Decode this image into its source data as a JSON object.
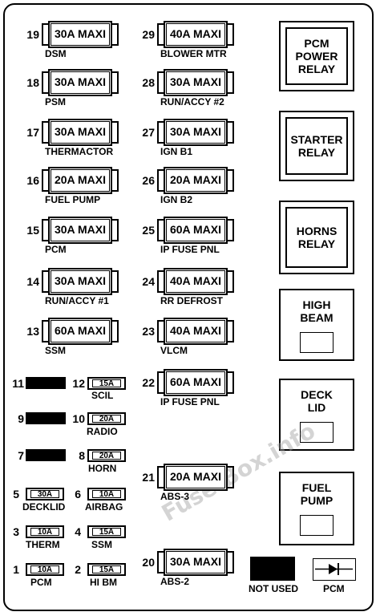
{
  "maxi_fuses_left": [
    {
      "num": "19",
      "rating": "30A MAXI",
      "label": "DSM"
    },
    {
      "num": "18",
      "rating": "30A MAXI",
      "label": "PSM"
    },
    {
      "num": "17",
      "rating": "30A MAXI",
      "label": "THERMACTOR"
    },
    {
      "num": "16",
      "rating": "20A MAXI",
      "label": "FUEL PUMP"
    },
    {
      "num": "15",
      "rating": "30A MAXI",
      "label": "PCM"
    },
    {
      "num": "14",
      "rating": "30A MAXI",
      "label": "RUN/ACCY #1"
    },
    {
      "num": "13",
      "rating": "60A MAXI",
      "label": "SSM"
    }
  ],
  "maxi_fuses_mid": [
    {
      "num": "29",
      "rating": "40A MAXI",
      "label": "BLOWER MTR"
    },
    {
      "num": "28",
      "rating": "30A MAXI",
      "label": "RUN/ACCY #2"
    },
    {
      "num": "27",
      "rating": "30A MAXI",
      "label": "IGN B1"
    },
    {
      "num": "26",
      "rating": "20A MAXI",
      "label": "IGN B2"
    },
    {
      "num": "25",
      "rating": "60A MAXI",
      "label": "IP FUSE PNL"
    },
    {
      "num": "24",
      "rating": "40A MAXI",
      "label": "RR DEFROST"
    },
    {
      "num": "23",
      "rating": "40A MAXI",
      "label": "VLCM"
    },
    {
      "num": "22",
      "rating": "60A MAXI",
      "label": "IP FUSE PNL"
    },
    {
      "num": "21",
      "rating": "20A MAXI",
      "label": "ABS-3"
    },
    {
      "num": "20",
      "rating": "30A MAXI",
      "label": "ABS-2"
    }
  ],
  "mini_fuses": {
    "f11": {
      "num": "11"
    },
    "f12": {
      "num": "12",
      "rating": "15A",
      "label": "SCIL"
    },
    "f9": {
      "num": "9"
    },
    "f10": {
      "num": "10",
      "rating": "20A",
      "label": "RADIO"
    },
    "f7": {
      "num": "7"
    },
    "f8": {
      "num": "8",
      "rating": "20A",
      "label": "HORN"
    },
    "f5": {
      "num": "5",
      "rating": "30A",
      "label": "DECKLID"
    },
    "f6": {
      "num": "6",
      "rating": "10A",
      "label": "AIRBAG"
    },
    "f3": {
      "num": "3",
      "rating": "10A",
      "label": "THERM"
    },
    "f4": {
      "num": "4",
      "rating": "15A",
      "label": "SSM"
    },
    "f1": {
      "num": "1",
      "rating": "10A",
      "label": "PCM"
    },
    "f2": {
      "num": "2",
      "rating": "15A",
      "label": "HI BM"
    }
  },
  "relays": {
    "pcm_power": "PCM\nPOWER\nRELAY",
    "starter": "STARTER\nRELAY",
    "horns": "HORNS\nRELAY"
  },
  "sockets": {
    "high_beam": "HIGH\nBEAM",
    "deck_lid": "DECK\nLID",
    "fuel_pump": "FUEL\nPUMP"
  },
  "bottom": {
    "not_used": "NOT USED",
    "pcm_diode": "PCM"
  },
  "watermark": "Fuse-Box.info"
}
